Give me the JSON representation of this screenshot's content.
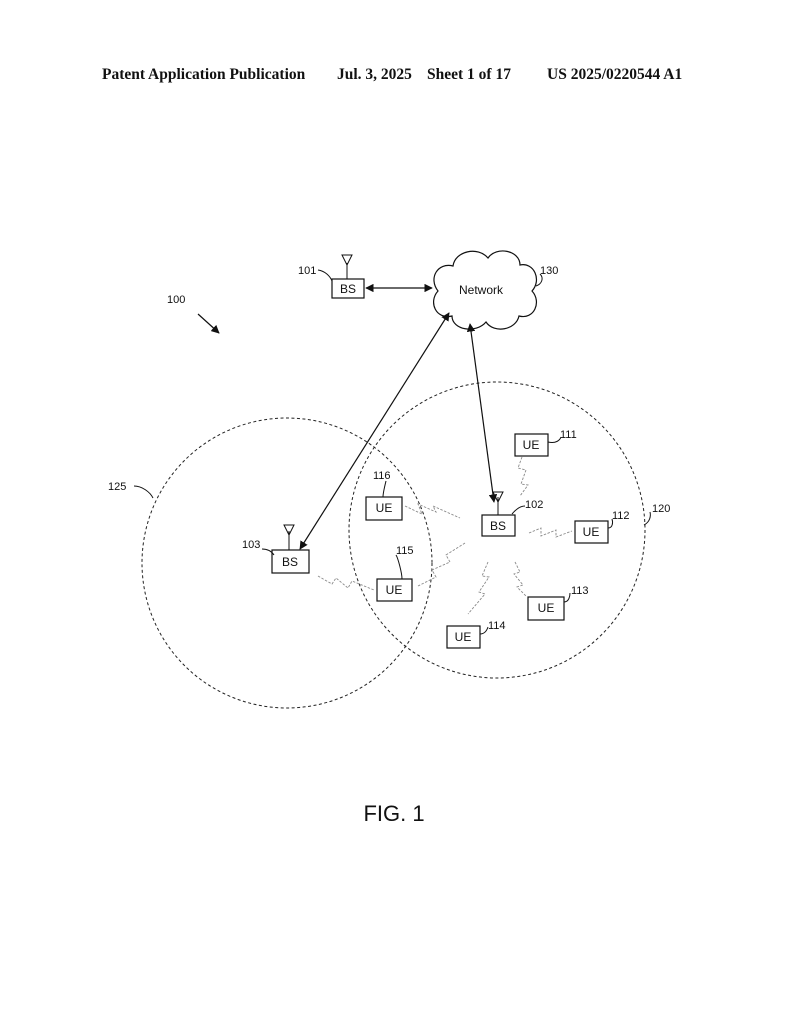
{
  "header": {
    "publication": "Patent Application Publication",
    "date": "Jul. 3, 2025",
    "sheet": "Sheet 1 of 17",
    "number": "US 2025/0220544 A1"
  },
  "figure": {
    "caption": "FIG. 1",
    "system_ref": "100",
    "network": {
      "label": "Network",
      "ref": "130"
    },
    "base_stations": [
      {
        "label": "BS",
        "ref": "101"
      },
      {
        "label": "BS",
        "ref": "102"
      },
      {
        "label": "BS",
        "ref": "103"
      }
    ],
    "user_equipment": [
      {
        "label": "UE",
        "ref": "111"
      },
      {
        "label": "UE",
        "ref": "112"
      },
      {
        "label": "UE",
        "ref": "113"
      },
      {
        "label": "UE",
        "ref": "114"
      },
      {
        "label": "UE",
        "ref": "115"
      },
      {
        "label": "UE",
        "ref": "116"
      }
    ],
    "coverage_areas": [
      {
        "ref": "120"
      },
      {
        "ref": "125"
      }
    ]
  }
}
